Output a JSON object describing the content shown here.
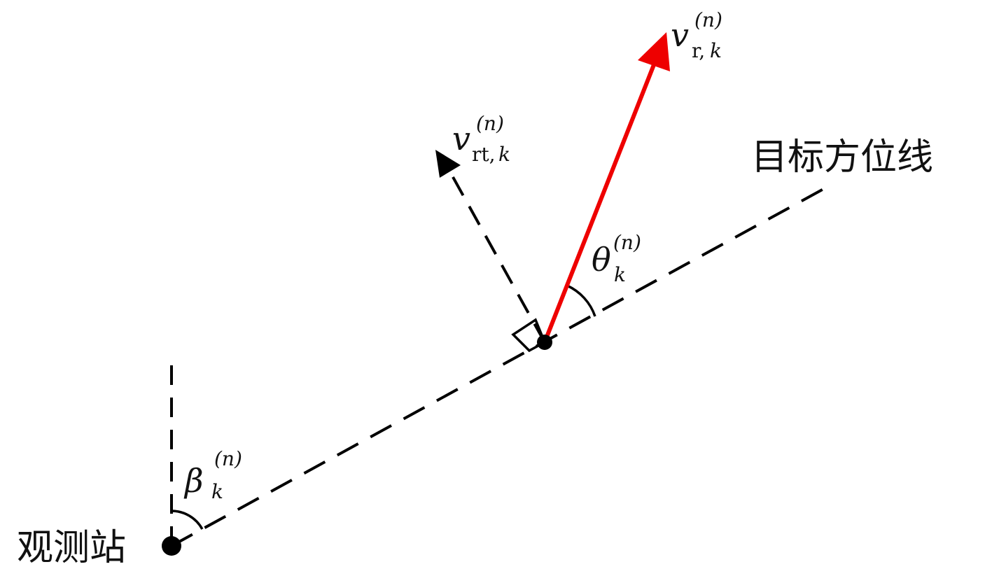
{
  "labels": {
    "station": "观测站",
    "bearing_line": "目标方位线",
    "beta": {
      "symbol": "β",
      "sup": "(n)",
      "sub": "k"
    },
    "theta": {
      "symbol": "θ",
      "sup": "(n)",
      "sub": "k"
    },
    "v_r": {
      "symbol": "v",
      "sup": "(n)",
      "sub_upright": "r,",
      "sub_italic": "k"
    },
    "v_rt": {
      "symbol": "v",
      "sup": "(n)",
      "sub_upright": "rt,",
      "sub_italic": "k"
    }
  },
  "colors": {
    "line": "#000000",
    "velocity_arrow": "#ee0000"
  }
}
